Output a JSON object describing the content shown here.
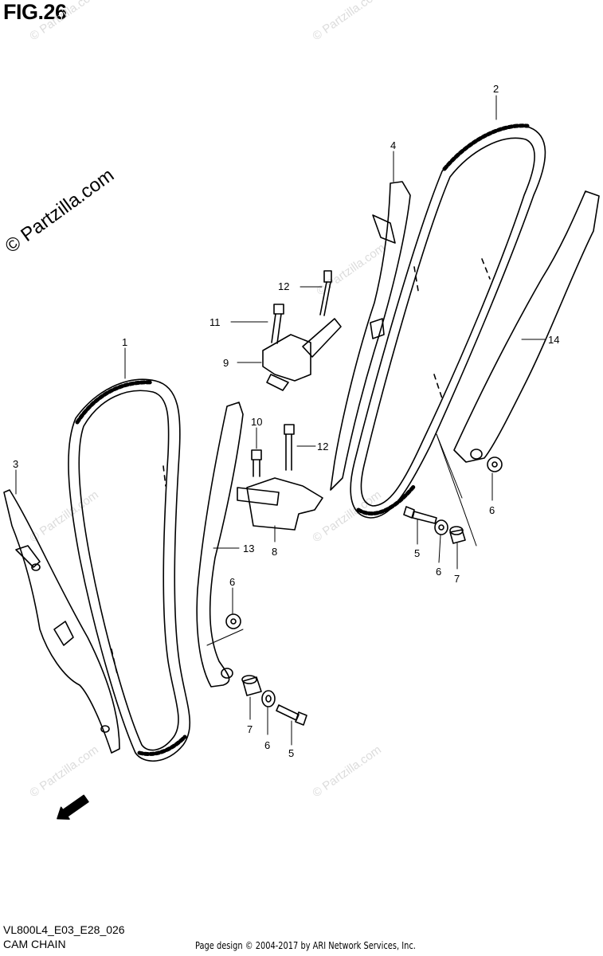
{
  "figure": {
    "title": "FIG.26",
    "code": "VL800L4_E03_E28_026",
    "name": "CAM CHAIN",
    "credit": "Page design © 2004-2017 by ARI Network Services, Inc.",
    "watermark": "© Partzilla.com"
  },
  "callouts": {
    "c1": "1",
    "c2": "2",
    "c3": "3",
    "c4": "4",
    "c5a": "5",
    "c5b": "5",
    "c6a": "6",
    "c6b": "6",
    "c6c": "6",
    "c6d": "6",
    "c7a": "7",
    "c7b": "7",
    "c8": "8",
    "c9": "9",
    "c10": "10",
    "c11": "11",
    "c12a": "12",
    "c12b": "12",
    "c13": "13",
    "c14": "14"
  },
  "fwd_marker": "FWD",
  "colors": {
    "line": "#000000",
    "watermark": "#dcdcdc",
    "background": "#ffffff"
  }
}
